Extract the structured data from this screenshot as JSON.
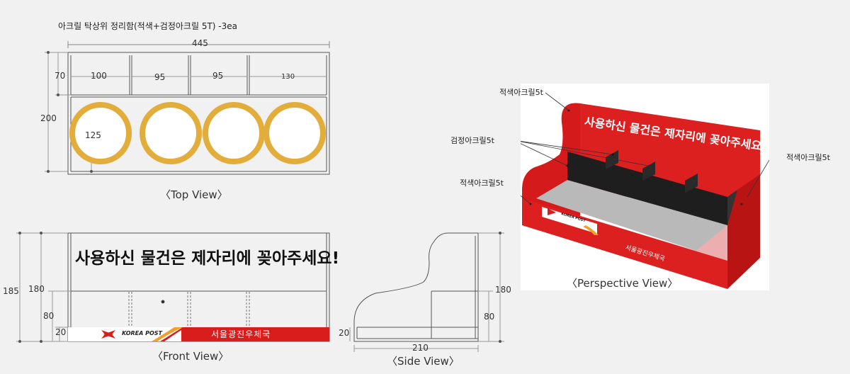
{
  "title": "아크릴 탁상위 정리함(적색+검정아크릴 5T) -3ea",
  "top_view": {
    "caption": "〈Top View〉",
    "total_width": "445",
    "compartments": [
      "100",
      "95",
      "95",
      "130"
    ],
    "front_depth": "70",
    "depth": "200",
    "circle_diameter": "125",
    "colors": {
      "ring": "#e2ad3b",
      "outline": "#555555"
    }
  },
  "front_view": {
    "caption": "〈Front View〉",
    "slogan": "사용하신 물건은 제자리에 꽂아주세요!",
    "heights": {
      "total": "185",
      "panel": "180",
      "divider": "80",
      "base": "20"
    },
    "logo_text": "KOREA POST",
    "office_name": "서울광진우체국",
    "colors": {
      "band": "#d91c1c",
      "band_text": "#ffffff"
    }
  },
  "side_view": {
    "caption": "〈Side View〉",
    "depth": "210",
    "heights": {
      "panel": "180",
      "divider": "80",
      "base": "20"
    }
  },
  "perspective_view": {
    "caption": "〈Perspective View〉",
    "slogan": "사용하신 물건은 제자리에 꽂아주세요",
    "labels": {
      "back_panel": "적색아크릴5t",
      "dividers": "검정아크릴5t",
      "front_panel": "적색아크릴5t",
      "side_panel": "적색아크릴5t"
    },
    "logo_text": "KOREA POST",
    "office_name": "서울광진우체국",
    "colors": {
      "red": "#dc1f1f",
      "black": "#1e1e1e",
      "floor": "#b9b9b9"
    }
  }
}
